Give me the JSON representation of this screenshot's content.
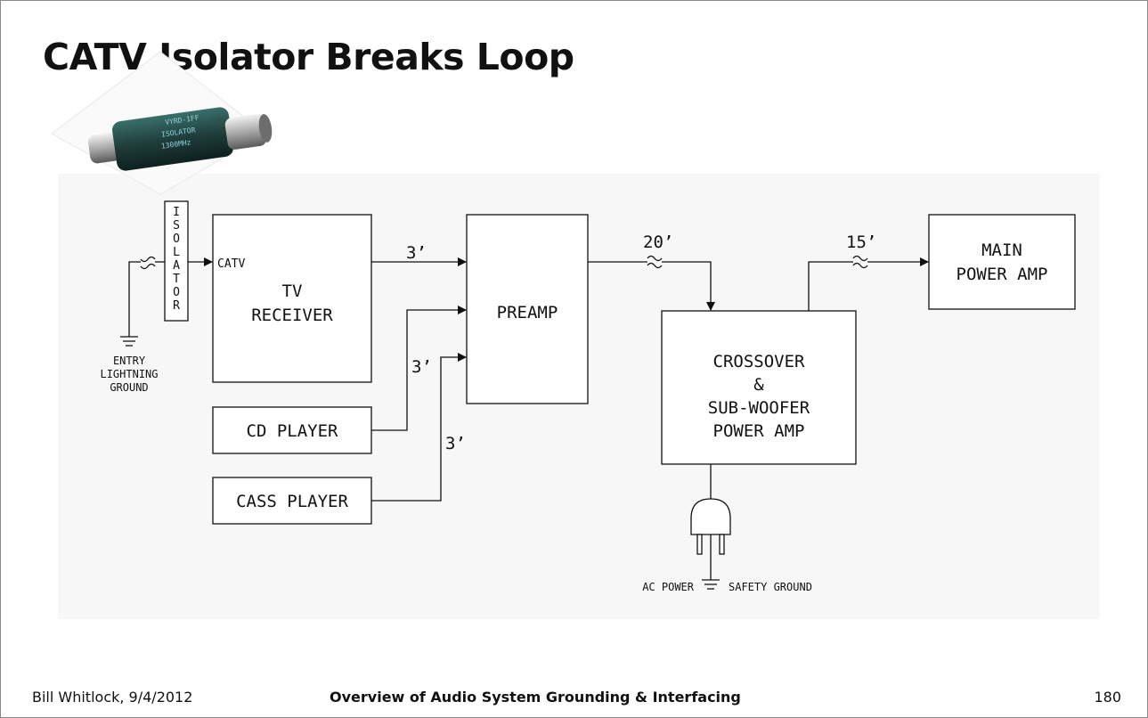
{
  "slide": {
    "title": "CATV Isolator Breaks Loop"
  },
  "diagram": {
    "isolator_label": "ISOLATOR",
    "catv_label": "CATV",
    "tv_receiver": [
      "TV",
      "RECEIVER"
    ],
    "entry_ground": [
      "ENTRY",
      "LIGHTNING",
      "GROUND"
    ],
    "cd_player": "CD PLAYER",
    "cass_player": "CASS PLAYER",
    "preamp": "PREAMP",
    "crossover": [
      "CROSSOVER",
      "&",
      "SUB-WOOFER",
      "POWER AMP"
    ],
    "main_amp": [
      "MAIN",
      "POWER AMP"
    ],
    "cable_tv_preamp": "3’",
    "cable_cd": "3’",
    "cable_cass": "3’",
    "cable_preamp_crossover": "20’",
    "cable_crossover_main": "15’",
    "ac_power": "AC POWER",
    "safety_ground": "SAFETY GROUND",
    "isolator_photo_text": [
      "VYRD-1FF",
      "ISOLATOR",
      "1300MHz"
    ]
  },
  "footer": {
    "author_date": "Bill Whitlock, 9/4/2012",
    "course": "Overview of Audio System Grounding & Interfacing",
    "page": "180"
  }
}
